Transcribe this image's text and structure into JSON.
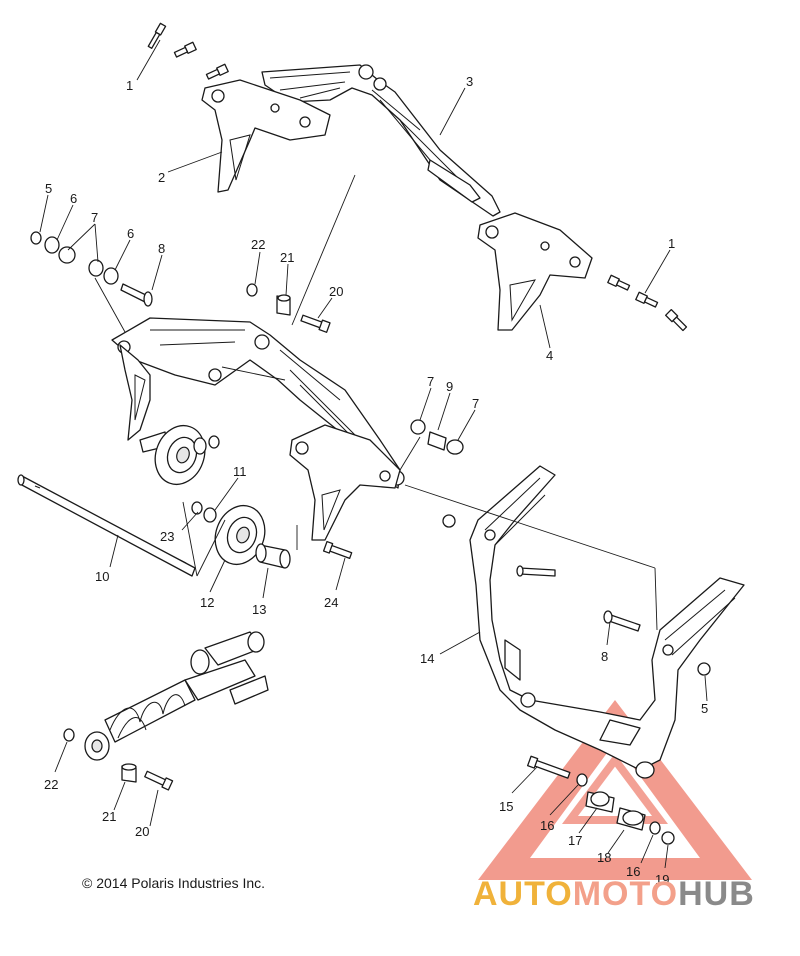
{
  "copyright": "© 2014 Polaris Industries Inc.",
  "watermark": {
    "brand_a": "AUTO",
    "brand_b": "MOTO",
    "brand_c": "HUB",
    "color_a": "#f0b23a",
    "color_b": "#f3a08a",
    "color_c": "#8a8a8a",
    "triangle_color": "#f08a7a"
  },
  "callouts": {
    "c1a": "1",
    "c1b": "1",
    "c2": "2",
    "c3": "3",
    "c4": "4",
    "c5a": "5",
    "c5b": "5",
    "c6a": "6",
    "c6b": "6",
    "c7a": "7",
    "c7b": "7",
    "c7c": "7",
    "c8a": "8",
    "c8b": "8",
    "c9": "9",
    "c10": "10",
    "c11": "11",
    "c12": "12",
    "c13": "13",
    "c14": "14",
    "c15": "15",
    "c16a": "16",
    "c16b": "16",
    "c17": "17",
    "c18": "18",
    "c19": "19",
    "c20a": "20",
    "c20b": "20",
    "c21a": "21",
    "c21b": "21",
    "c22a": "22",
    "c22b": "22",
    "c23": "23",
    "c24": "24"
  }
}
